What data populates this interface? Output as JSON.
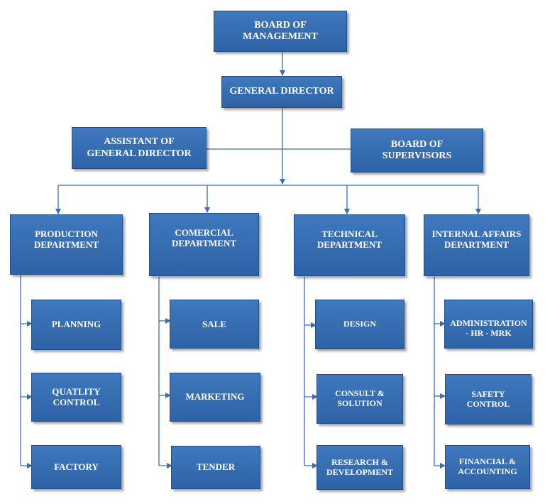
{
  "top": {
    "board": "BOARD OF\nMANAGEMENT",
    "director": "GENERAL DIRECTOR",
    "assistant": "ASSISTANT OF\nGENERAL DIRECTOR",
    "supervisors": "BOARD OF\nSUPERVISORS"
  },
  "departments": [
    {
      "name": "PRODUCTION\nDEPARTMENT",
      "units": [
        "PLANNING",
        "QUATLITY\nCONTROL",
        "FACTORY"
      ]
    },
    {
      "name": "COMERCIAL\nDEPARTMENT",
      "units": [
        "SALE",
        "MARKETING",
        "TENDER"
      ]
    },
    {
      "name": "TECHNICAL\nDEPARTMENT",
      "units": [
        "DESIGN",
        "CONSULT &\nSOLUTION",
        "RESEARCH &\nDEVELOPMENT"
      ]
    },
    {
      "name": "INTERNAL AFFAIRS\nDEPARTMENT",
      "units": [
        "ADMINISTRATION\n- HR - MRK",
        "SAFETY\nCONTROL",
        "FINANCIAL &\nACCOUNTING"
      ]
    }
  ],
  "colors": {
    "box": "#336aaf",
    "line": "#3a6fb0"
  }
}
